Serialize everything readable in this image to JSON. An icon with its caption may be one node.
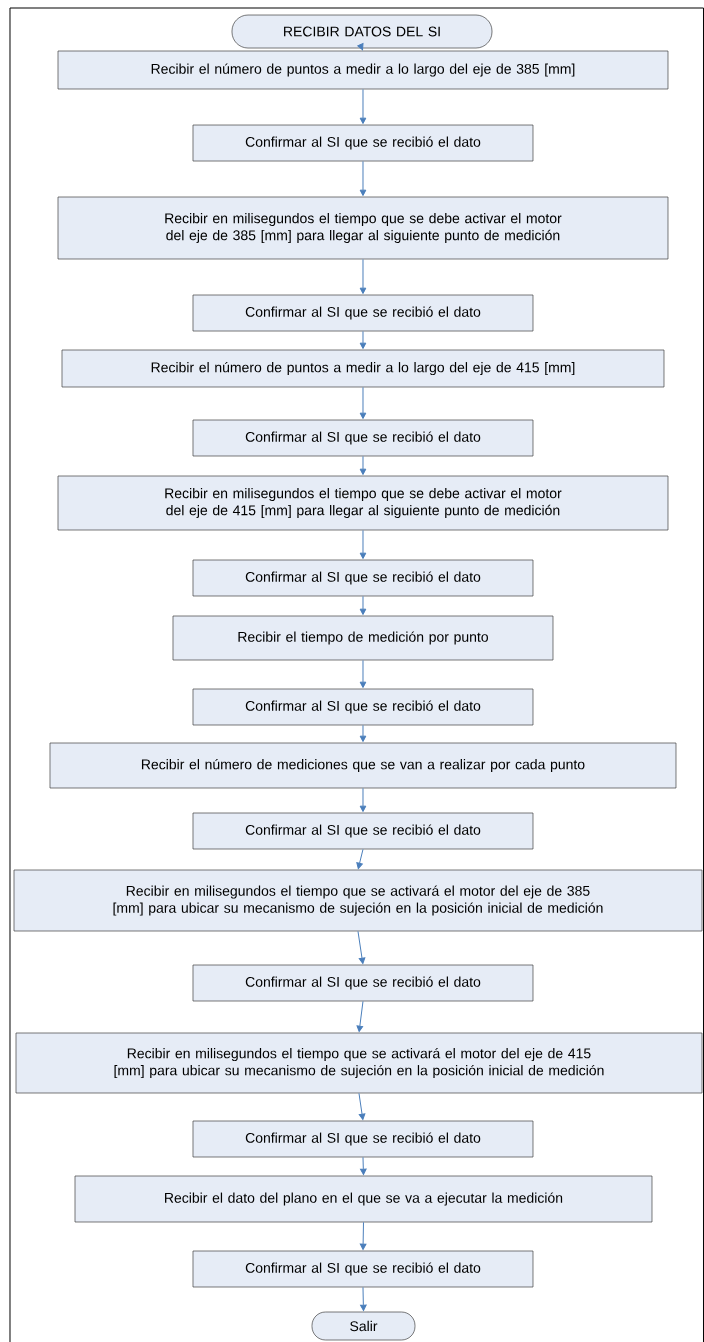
{
  "diagram": {
    "nodes": [
      {
        "text": [
          "RECIBIR DATOS DEL SI"
        ]
      },
      {
        "text": [
          "Recibir el número de puntos a medir a lo largo del eje de 385 [mm]"
        ]
      },
      {
        "text": [
          "Confirmar al SI que se recibió el dato"
        ]
      },
      {
        "text": [
          "Recibir en milisegundos el tiempo que se debe activar el motor del eje de 385 [mm] para llegar al siguiente punto de medición"
        ]
      },
      {
        "text": [
          "Confirmar al SI que se recibió el dato"
        ]
      },
      {
        "text": [
          "Recibir el número de puntos a medir a lo largo del eje de 415 [mm]"
        ]
      },
      {
        "text": [
          "Confirmar al SI que se recibió el dato"
        ]
      },
      {
        "text": [
          "Recibir en milisegundos el tiempo que se debe activar el motor del eje de 415 [mm] para llegar al siguiente punto de medición"
        ]
      },
      {
        "text": [
          "Confirmar al SI que se recibió el dato"
        ]
      },
      {
        "text": [
          "Recibir el tiempo de medición por punto"
        ]
      },
      {
        "text": [
          "Confirmar al SI que se recibió el dato"
        ]
      },
      {
        "text": [
          "Recibir el número de mediciones que se van a realizar por cada punto"
        ]
      },
      {
        "text": [
          "Confirmar al SI que se recibió el dato"
        ]
      },
      {
        "text": [
          "Recibir en milisegundos el tiempo que se activará el motor del eje de 385 [mm] para ubicar su mecanismo de sujeción en la posición inicial de medición"
        ]
      },
      {
        "text": [
          "Confirmar al SI que se recibió el dato"
        ]
      },
      {
        "text": [
          "Recibir en milisegundos el tiempo que se activará el motor del eje de 415 [mm] para ubicar su mecanismo de sujeción en la posición inicial de medición"
        ]
      },
      {
        "text": [
          "Confirmar al SI que se recibió el dato"
        ]
      },
      {
        "text": [
          "Recibir el dato del plano en el que se va a ejecutar la medición"
        ]
      },
      {
        "text": [
          "Confirmar al SI que se recibió el dato"
        ]
      },
      {
        "text": [
          "Salir"
        ]
      }
    ],
    "edges": [
      {
        "from": 0,
        "to": 1,
        "arrow": "to"
      },
      {
        "from": 1,
        "to": 2,
        "arrow": "to"
      },
      {
        "from": 2,
        "to": 3,
        "arrow": "to"
      },
      {
        "from": 3,
        "to": 4,
        "arrow": "to"
      },
      {
        "from": 4,
        "to": 5,
        "arrow": "to"
      },
      {
        "from": 5,
        "to": 6,
        "arrow": "to"
      },
      {
        "from": 6,
        "to": 7,
        "arrow": "to"
      },
      {
        "from": 7,
        "to": 8,
        "arrow": "to"
      },
      {
        "from": 8,
        "to": 9,
        "arrow": "to"
      },
      {
        "from": 9,
        "to": 10,
        "arrow": "to"
      },
      {
        "from": 10,
        "to": 11,
        "arrow": "to"
      },
      {
        "from": 11,
        "to": 12,
        "arrow": "to"
      },
      {
        "from": 12,
        "to": 13,
        "arrow": "to"
      },
      {
        "from": 13,
        "to": 14,
        "arrow": "to"
      },
      {
        "from": 14,
        "to": 15,
        "arrow": "to"
      },
      {
        "from": 15,
        "to": 16,
        "arrow": "to"
      },
      {
        "from": 16,
        "to": 17,
        "arrow": "to"
      },
      {
        "from": 17,
        "to": 18,
        "arrow": "to"
      },
      {
        "from": 18,
        "to": 19,
        "arrow": "to"
      }
    ]
  }
}
